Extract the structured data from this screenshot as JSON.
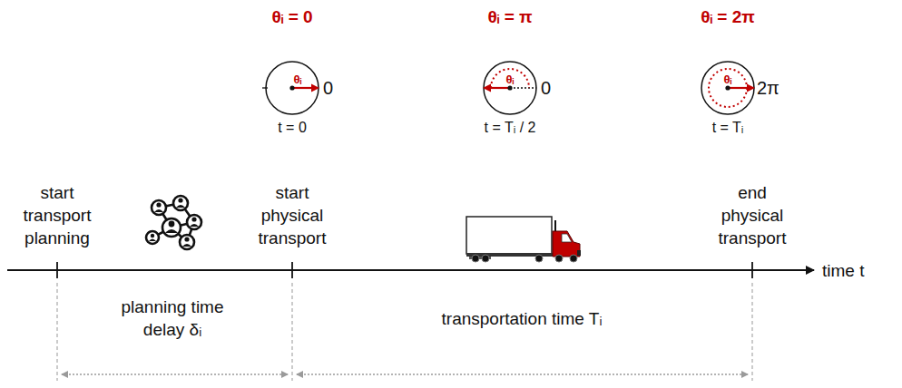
{
  "diagram": {
    "nodes": [
      {
        "text": [
          "θᵢ = 0",
          "θᵢ",
          "0",
          "t = 0"
        ]
      },
      {
        "text": [
          "θᵢ = π",
          "θᵢ",
          "0",
          "t = Tᵢ / 2"
        ]
      },
      {
        "text": [
          "θᵢ = 2π",
          "θᵢ",
          "2π",
          "t = Tᵢ"
        ]
      }
    ],
    "edges": [],
    "labels": [
      "start transport planning",
      "start physical transport",
      "end physical transport",
      "planning time delay δᵢ",
      "transportation time Tᵢ",
      "time t"
    ]
  }
}
